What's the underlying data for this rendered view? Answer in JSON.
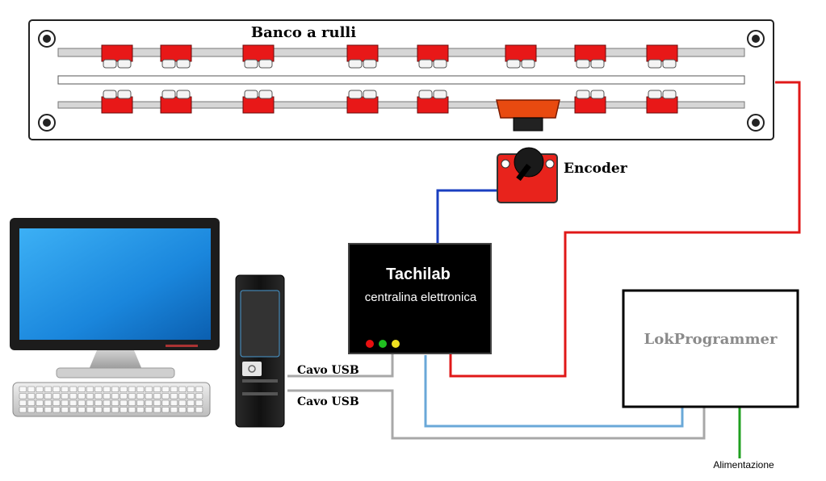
{
  "bench": {
    "title": "Banco a rulli"
  },
  "encoder": {
    "label": "Encoder"
  },
  "tachilab": {
    "title": "Tachilab",
    "subtitle": "centralina elettronica",
    "leds": [
      "#e81010",
      "#20c020",
      "#f0e020"
    ]
  },
  "lokprogrammer": {
    "title": "LokProgrammer"
  },
  "cables": {
    "usb_1": "Cavo USB",
    "usb_2": "Cavo USB"
  },
  "power": {
    "label": "Alimentazione"
  },
  "colors": {
    "red_wire": "#e01818",
    "blue_wire": "#1a3fc0",
    "light_blue_wire": "#6aa8d8",
    "gray_wire": "#a8a8a8",
    "green_wire": "#20a020",
    "roller_red": "#e81818",
    "monitor_screen": "#1a8ce0"
  }
}
